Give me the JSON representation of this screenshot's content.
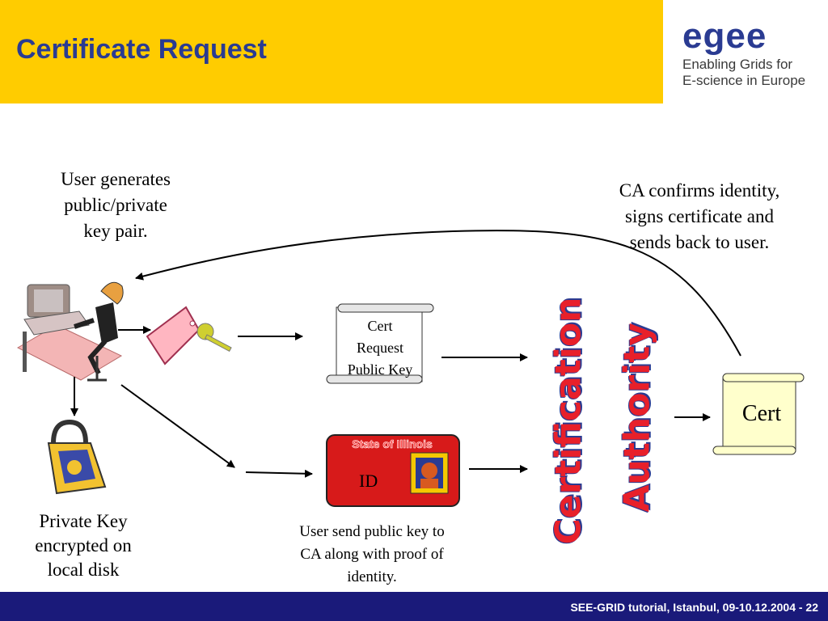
{
  "header": {
    "title": "Certificate Request"
  },
  "logo": {
    "wordmark": "egee",
    "tagline": "Enabling Grids for\nE-science in Europe"
  },
  "labels": {
    "user_generates": "User generates\npublic/private\nkey pair.",
    "ca_confirms": "CA confirms identity,\nsigns certificate and\nsends back to user.",
    "private_key": "Private Key\nencrypted on\nlocal disk",
    "user_send": "User send public key to\nCA along with proof of\nidentity."
  },
  "cert_request_scroll": {
    "text": "Cert\nRequest\nPublic Key"
  },
  "cert_scroll": {
    "text": "Cert"
  },
  "id_card": {
    "state": "State of Illinois",
    "label": "ID"
  },
  "ca_text": {
    "word1": "Certification",
    "word2": "Authority"
  },
  "footer": {
    "text": "SEE-GRID tutorial, Istanbul, 09-10.12.2004 - 22"
  },
  "icons": [
    "user-at-computer-icon",
    "key-tag-icon",
    "private-key-icon",
    "id-photo-icon"
  ],
  "colors": {
    "header_bg": "#ffcc00",
    "title": "#2a3b92",
    "footer_bg": "#1a1a7a",
    "ca_text": "#e8202a",
    "scroll_fill": "#ffffcc",
    "id_card": "#d71a1a"
  }
}
